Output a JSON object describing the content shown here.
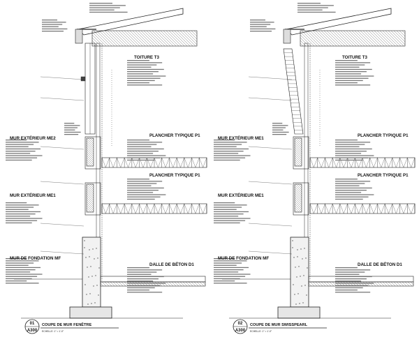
{
  "details": [
    {
      "number": "01",
      "sheet": "A300",
      "title": "COUPE DE MUR FENÊTRE",
      "scale": "ECHELLE: 1\" = 1'-0\"",
      "headings": {
        "roof": "TOITURE T3",
        "floor_upper": "PLANCHER TYPIQUE P1",
        "wall_upper": "MUR EXTÉRIEUR ME2",
        "floor_lower": "PLANCHER TYPIQUE P1",
        "wall_lower": "MUR EXTÉRIEUR ME1",
        "foundation": "MUR DE FONDATION MF",
        "slab": "DALLE DE BÉTON D1"
      }
    },
    {
      "number": "02",
      "sheet": "A300",
      "title": "COUPE DE MUR SWISSPEARL",
      "scale": "ECHELLE: 1\" = 1'-0\"",
      "headings": {
        "roof": "TOITURE T3",
        "floor_upper": "PLANCHER TYPIQUE P1",
        "wall_upper": "MUR EXTÉRIEUR ME1",
        "floor_lower": "PLANCHER TYPIQUE P1",
        "wall_lower": "MUR EXTÉRIEUR ME1",
        "foundation": "MUR DE FONDATION MF",
        "slab": "DALLE DE BÉTON D1"
      }
    }
  ]
}
